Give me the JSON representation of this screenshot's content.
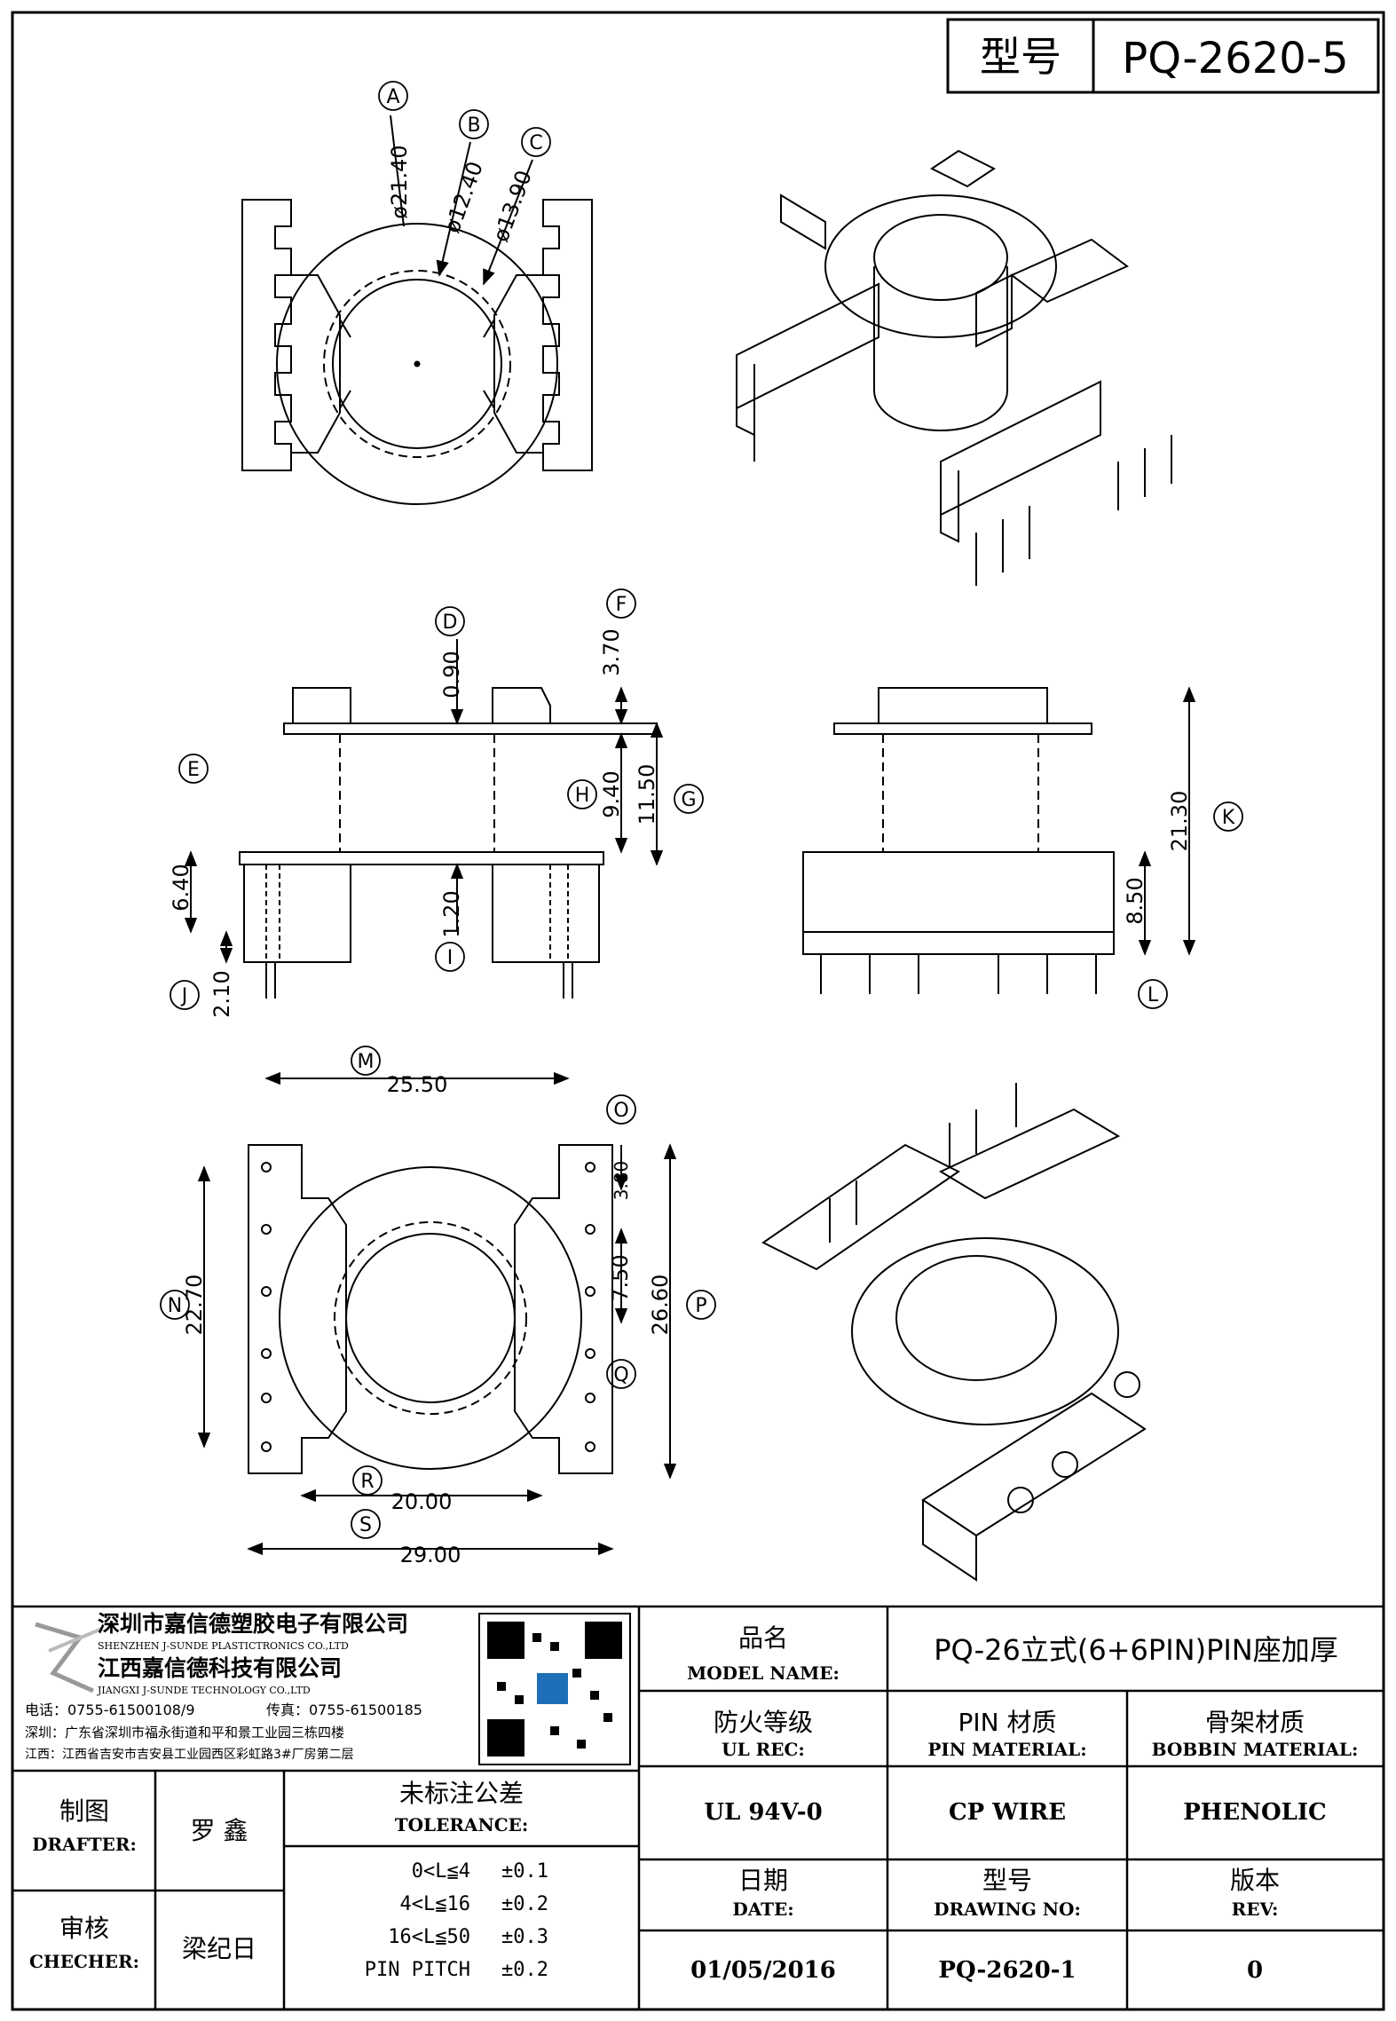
{
  "title_box": {
    "label": "型号",
    "value": "PQ-2620-5"
  },
  "callouts": {
    "A": {
      "letter": "A",
      "dim": "ø21.40"
    },
    "B": {
      "letter": "B",
      "dim": "ø12.40"
    },
    "C": {
      "letter": "C",
      "dim": "ø13.90"
    },
    "D": {
      "letter": "D",
      "dim": "0.90"
    },
    "E": {
      "letter": "E",
      "dim": "6.40"
    },
    "F": {
      "letter": "F",
      "dim": "3.70"
    },
    "G": {
      "letter": "G",
      "dim": "11.50"
    },
    "H": {
      "letter": "H",
      "dim": "9.40"
    },
    "I": {
      "letter": "I",
      "dim": "1.20"
    },
    "J": {
      "letter": "J",
      "dim": "2.10"
    },
    "K": {
      "letter": "K",
      "dim": "21.30"
    },
    "L": {
      "letter": "L",
      "dim": "8.50"
    },
    "M": {
      "letter": "M",
      "dim": "25.50"
    },
    "N": {
      "letter": "N",
      "dim": "22.70"
    },
    "O": {
      "letter": "O",
      "dim": "3.80"
    },
    "P": {
      "letter": "P",
      "dim": "26.60"
    },
    "Q": {
      "letter": "Q",
      "dim": "7.50"
    },
    "R": {
      "letter": "R",
      "dim": "20.00"
    },
    "S": {
      "letter": "S",
      "dim": "29.00"
    }
  },
  "company": {
    "name_cn": "深圳市嘉信德塑胶电子有限公司",
    "name_en": "SHENZHEN J-SUNDE PLASTICTRONICS CO.,LTD",
    "name2_cn": "江西嘉信德科技有限公司",
    "name2_en": "JIANGXI J-SUNDE TECHNOLOGY CO.,LTD",
    "phone": "电话：0755-61500108/9",
    "fax": "传真：0755-61500185",
    "addr_sz": "深圳：广东省深圳市福永街道和平和景工业园三栋四楼",
    "addr_jx": "江西：江西省吉安市吉安县工业园西区彩虹路3#厂房第二层"
  },
  "table": {
    "model_name_cn": "品名",
    "model_name_en": "MODEL NAME:",
    "model_name_value": "PQ-26立式(6+6PIN)PIN座加厚",
    "ul_cn": "防火等级",
    "ul_en": "UL REC:",
    "pin_cn": "PIN 材质",
    "pin_en": "PIN MATERIAL:",
    "bobbin_cn": "骨架材质",
    "bobbin_en": "BOBBIN MATERIAL:",
    "ul_value": "UL 94V-0",
    "pin_value": "CP WIRE",
    "bobbin_value": "PHENOLIC",
    "drafter_cn": "制图",
    "drafter_en": "DRAFTER:",
    "drafter_name": "罗  鑫",
    "checker_cn": "审核",
    "checker_en": "CHECHER:",
    "checker_name": "梁纪日",
    "tol_cn": "未标注公差",
    "tol_en": "TOLERANCE:",
    "tol_rows": [
      {
        "range": "0<L≦4",
        "value": "±0.1"
      },
      {
        "range": "4<L≦16",
        "value": "±0.2"
      },
      {
        "range": "16<L≦50",
        "value": "±0.3"
      },
      {
        "range": "PIN PITCH",
        "value": "±0.2"
      }
    ],
    "date_cn": "日期",
    "date_en": "DATE:",
    "date_value": "01/05/2016",
    "dwg_cn": "型号",
    "dwg_en": "DRAWING NO:",
    "dwg_value": "PQ-2620-1",
    "rev_cn": "版本",
    "rev_en": "REV:",
    "rev_value": "0"
  }
}
